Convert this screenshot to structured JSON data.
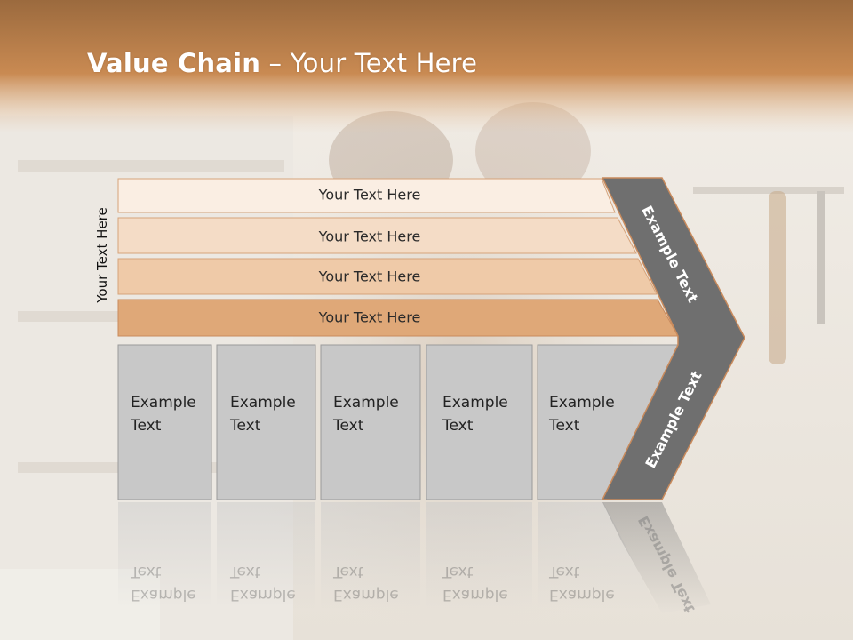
{
  "slide": {
    "title_bold": "Value Chain",
    "title_rest": "– Your Text Here",
    "side_label": "Your Text Here"
  },
  "bars": [
    {
      "label": "Your Text Here"
    },
    {
      "label": "Your Text Here"
    },
    {
      "label": "Your Text Here"
    },
    {
      "label": "Your Text Here"
    }
  ],
  "boxes": [
    {
      "line1": "Example",
      "line2": "Text"
    },
    {
      "line1": "Example",
      "line2": "Text"
    },
    {
      "line1": "Example",
      "line2": "Text"
    },
    {
      "line1": "Example",
      "line2": "Text"
    },
    {
      "line1": "Example",
      "line2": "Text"
    }
  ],
  "chevron": {
    "upper_label": "Example Text",
    "lower_label": "Example Text"
  },
  "colors": {
    "header": "#c98a52",
    "bar1": "#faeee3",
    "bar2": "#f4dcc6",
    "bar3": "#efcaa8",
    "bar4": "#dfa878",
    "box_fill": "#c8c8c8",
    "chevron": "#6f6f6f",
    "chevron_edge": "#c88a5c"
  }
}
